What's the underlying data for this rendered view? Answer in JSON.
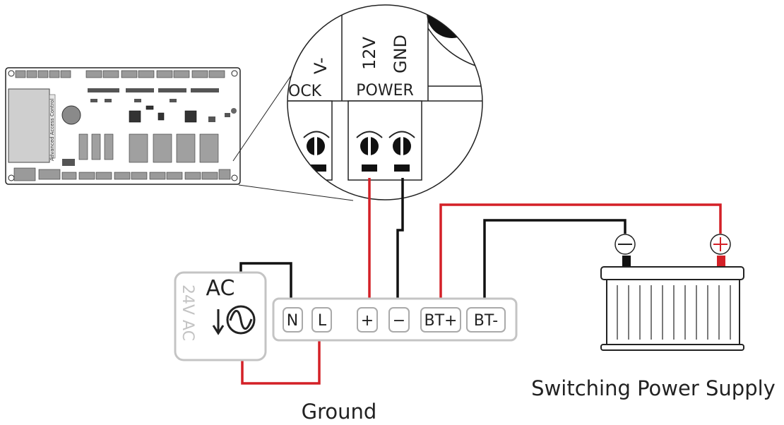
{
  "colors": {
    "red_wire": "#d42027",
    "black_wire": "#111111",
    "outline_gray": "#bdbdbd",
    "terminal_gray": "#888888"
  },
  "zoom": {
    "left_label": "V-",
    "left_bottom_label": "OCK",
    "power_pins": [
      "12V",
      "GND"
    ],
    "power_label": "POWER"
  },
  "board": {
    "side_text": "Advanced Access Control"
  },
  "ac_source": {
    "label": "AC",
    "voltage_text": "24V AC"
  },
  "terminals": [
    "N",
    "L",
    "+",
    "−",
    "BT+",
    "BT-"
  ],
  "battery": {
    "minus_symbol": "−",
    "plus_symbol": "+"
  },
  "labels": {
    "switching_power_supply": "Switching Power Supply",
    "ground": "Ground"
  }
}
